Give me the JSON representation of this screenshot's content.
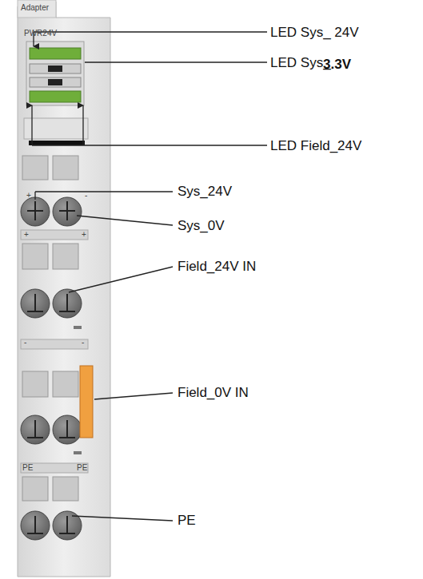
{
  "diagram": {
    "labels": [
      "Adapter",
      "PWR24V",
      "LED Sys_ 24V",
      "LED Sys_",
      "3.3V",
      "LED Field_24V",
      "+",
      "-",
      "Sys_24V",
      "Sys_0V",
      "+",
      "+",
      "Field_24V IN",
      "-",
      "-",
      "Field_0V IN",
      "PE",
      "PE",
      "PE"
    ]
  }
}
